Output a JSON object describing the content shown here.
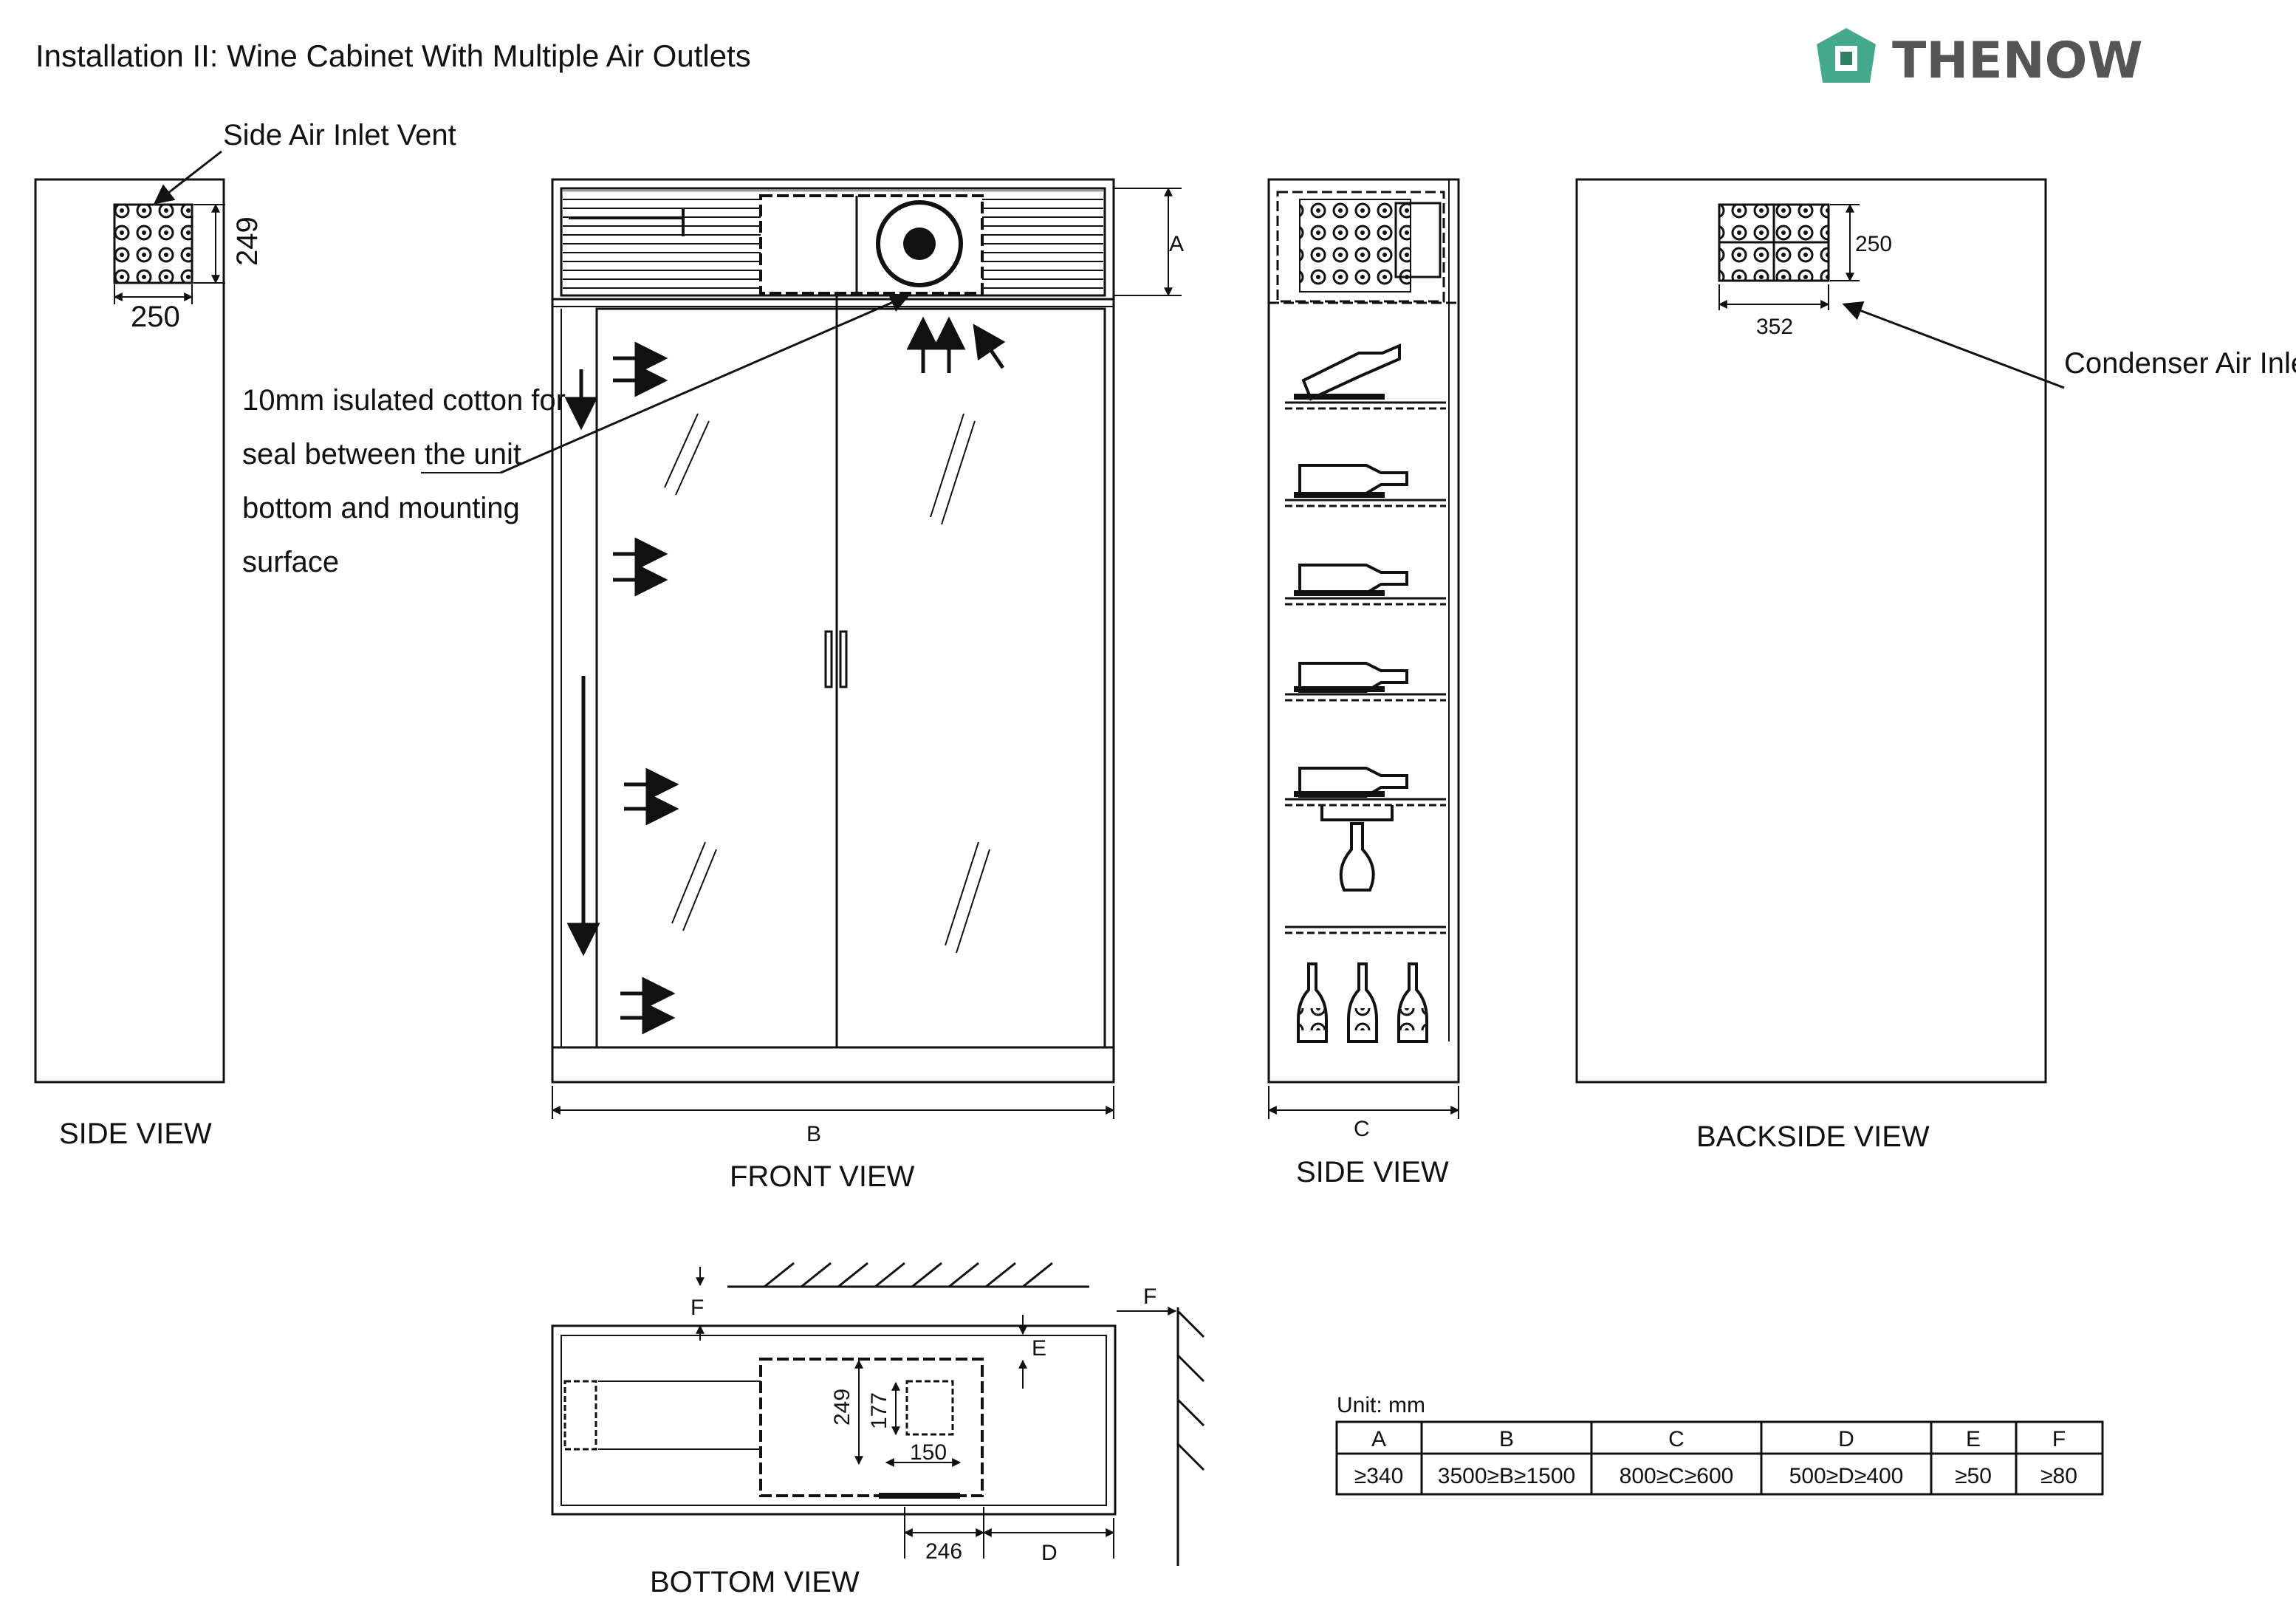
{
  "header": {
    "title": "Installation II: Wine Cabinet With Multiple Air Outlets",
    "brand_name": "THENOW",
    "brand_color": "#45a98c"
  },
  "side_view_left": {
    "caption": "SIDE VIEW",
    "vent_label": "Side Air Inlet Vent",
    "vent_width": "250",
    "vent_height": "249"
  },
  "front_view": {
    "caption": "FRONT VIEW",
    "dim_top": "A",
    "dim_width": "B",
    "note_lines": [
      "10mm isulated cotton for",
      " seal between the unit",
      "bottom and mounting",
      "surface"
    ]
  },
  "side_view_right": {
    "caption": "SIDE VIEW",
    "dim_width": "C"
  },
  "backside_view": {
    "caption": "BACKSIDE VIEW",
    "vent_width": "352",
    "vent_height": "250",
    "inlet_label": "Condenser Air Inlet"
  },
  "bottom_view": {
    "caption": "BOTTOM VIEW",
    "labels": {
      "f_top": "F",
      "f_right": "F",
      "e": "E",
      "d": "D",
      "h249": "249",
      "h177": "177",
      "w150": "150",
      "w246": "246"
    }
  },
  "spec_table": {
    "unit": "Unit: mm",
    "headers": [
      "A",
      "B",
      "C",
      "D",
      "E",
      "F"
    ],
    "values": [
      "≥340",
      "3500≥B≥1500",
      "800≥C≥600",
      "500≥D≥400",
      "≥50",
      "≥80"
    ]
  }
}
